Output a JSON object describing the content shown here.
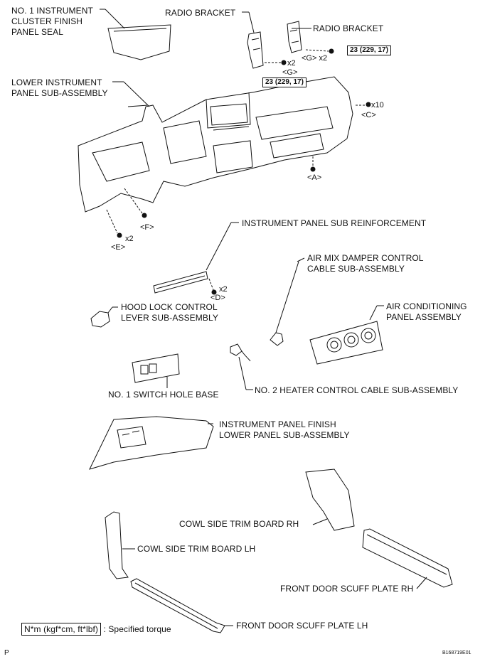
{
  "labels": {
    "cluster_seal": [
      "NO. 1 INSTRUMENT",
      "CLUSTER FINISH",
      "PANEL SEAL"
    ],
    "radio_bracket_1": "RADIO BRACKET",
    "radio_bracket_2": "RADIO BRACKET",
    "lower_panel": [
      "LOWER INSTRUMENT",
      "PANEL SUB-ASSEMBLY"
    ],
    "sub_reinforcement": "INSTRUMENT PANEL SUB REINFORCEMENT",
    "air_mix_cable": [
      "AIR MIX DAMPER CONTROL",
      "CABLE SUB-ASSEMBLY"
    ],
    "hood_lock": [
      "HOOD LOCK CONTROL",
      "LEVER SUB-ASSEMBLY"
    ],
    "ac_panel": [
      "AIR CONDITIONING",
      "PANEL ASSEMBLY"
    ],
    "switch_hole": "NO. 1 SWITCH HOLE BASE",
    "heater_cable": "NO. 2 HEATER CONTROL CABLE SUB-ASSEMBLY",
    "finish_lower": [
      "INSTRUMENT PANEL FINISH",
      "LOWER PANEL SUB-ASSEMBLY"
    ],
    "cowl_rh": "COWL SIDE TRIM BOARD RH",
    "cowl_lh": "COWL SIDE TRIM BOARD LH",
    "scuff_rh": "FRONT DOOR SCUFF PLATE RH",
    "scuff_lh": "FRONT DOOR SCUFF PLATE LH"
  },
  "fasteners": {
    "g_top": "<G> x2",
    "g_mid_count": "x2",
    "g_mid": "<G>",
    "c_count": "x10",
    "c": "<C>",
    "a": "<A>",
    "f": "<F>",
    "e_count": "x2",
    "e": "<E>",
    "d_count": "x2",
    "d": "<D>"
  },
  "torques": {
    "t1": "23 (229, 17)",
    "t2": "23 (229, 17)"
  },
  "legend": {
    "box": "N*m (kgf*cm, ft*lbf)",
    "text": ": Specified torque"
  },
  "footer": {
    "left": "P",
    "right": "B168719E01"
  }
}
